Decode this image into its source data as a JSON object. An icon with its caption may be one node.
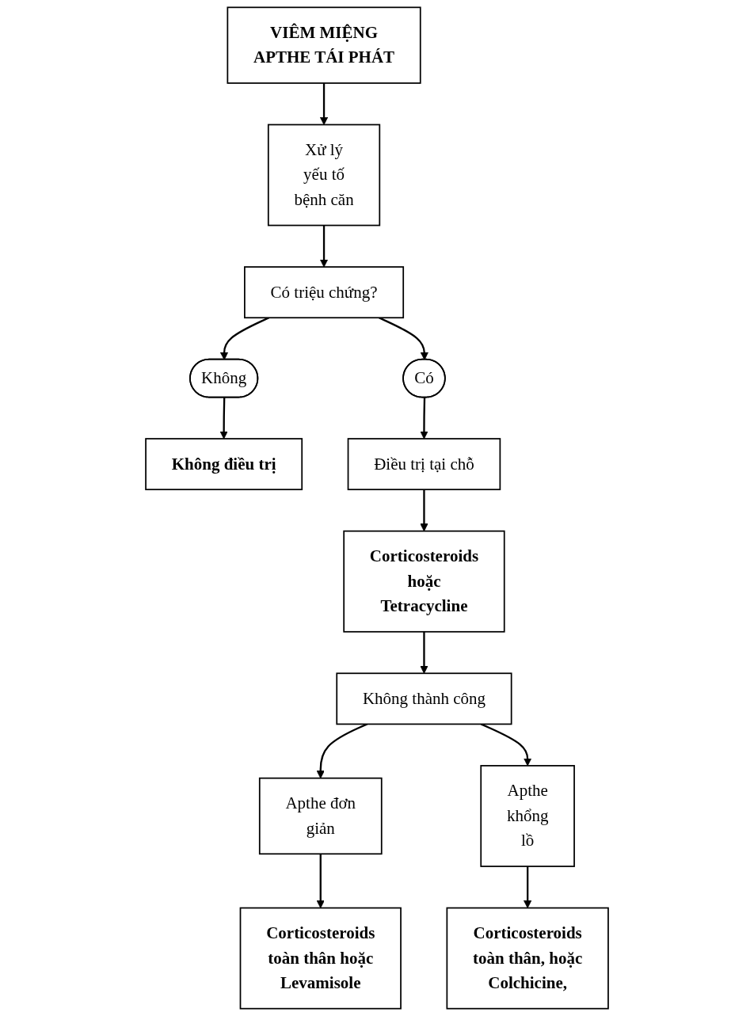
{
  "diagram": {
    "nodes": [
      {
        "text": [
          "VIÊM MIỆNG APTHE TÁI PHÁT"
        ]
      },
      {
        "text": [
          "Xử lý yếu tố bệnh căn"
        ]
      },
      {
        "text": [
          "Có triệu chứng?"
        ]
      },
      {
        "text": [
          "Không"
        ]
      },
      {
        "text": [
          "Không điều trị"
        ]
      },
      {
        "text": [
          "Có"
        ]
      },
      {
        "text": [
          "Điều trị tại chỗ"
        ]
      },
      {
        "text": [
          "Corticosteroids hoặc Tetracycline"
        ]
      },
      {
        "text": [
          "Không thành công"
        ]
      },
      {
        "text": [
          "Apthe đơn giản"
        ]
      },
      {
        "text": [
          "Corticosteroids toàn thân hoặc Levamisole"
        ]
      },
      {
        "text": [
          "Apthe khổng lồ"
        ]
      },
      {
        "text": [
          "Corticosteroids toàn thân, hoặc Colchicine,"
        ]
      }
    ],
    "edges": [
      {
        "from": 0,
        "to": 1,
        "arrow": "to"
      },
      {
        "from": 1,
        "to": 2,
        "arrow": "to"
      },
      {
        "from": 2,
        "to": 3,
        "arrow": "to"
      },
      {
        "from": 3,
        "to": 4,
        "arrow": "to"
      },
      {
        "from": 2,
        "to": 5,
        "arrow": "to"
      },
      {
        "from": 5,
        "to": 6,
        "arrow": "to"
      },
      {
        "from": 6,
        "to": 7,
        "arrow": "to"
      },
      {
        "from": 7,
        "to": 8,
        "arrow": "to"
      },
      {
        "from": 8,
        "to": 9,
        "arrow": "to"
      },
      {
        "from": 8,
        "to": 11,
        "arrow": "to"
      },
      {
        "from": 9,
        "to": 10,
        "arrow": "to"
      },
      {
        "from": 11,
        "to": 12,
        "arrow": "to"
      }
    ]
  }
}
